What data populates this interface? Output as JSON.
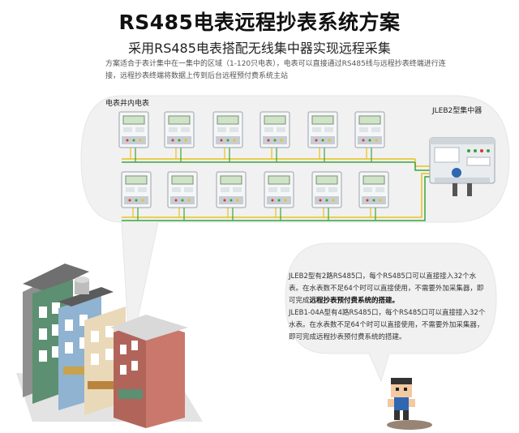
{
  "header": {
    "title": "RS485电表远程抄表系统方案",
    "subtitle": "采用RS485电表搭配无线集中器实现远程采集",
    "description": "方案适合于表计集中在一集中的区域（1-120只电表），电表可以直接通过RS485线与远程抄表终端进行连接，远程抄表终端将数据上传到后台远程预付费系统主站"
  },
  "diagram": {
    "meter_group_label": "电表井内电表",
    "concentrator_label": "JLEB2型集中器",
    "meters_top_row": 6,
    "meters_bottom_row": 6,
    "colors": {
      "wire_yellow": "#e8c21a",
      "wire_green": "#3aa63a",
      "bubble": "#f0f0f0",
      "building_wall": "#c9786b",
      "building_roof": "#6e6e6e"
    }
  },
  "info": {
    "p1_a": "JLEB2型有2路RS485口，每个RS485口可以直接接入32个水表。在水表数不足64个时可以直接使用，不需要外加采集器，即可完成",
    "p1_b": "远程抄表预付费系统的搭建。",
    "p2": "JLEB1-04A型有4路RS485口，每个RS485口可以直接接入32个水表。在水表数不足64个时可以直接使用，不需要外加采集器，即可完成远程抄表预付费系统的搭建。"
  }
}
